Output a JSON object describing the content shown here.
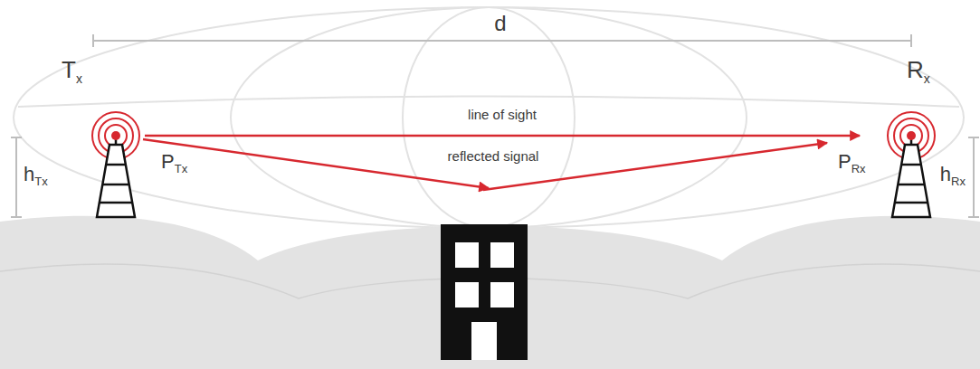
{
  "diagram": {
    "nodes": [
      {
        "text": [
          "Tx"
        ]
      },
      {
        "text": [
          "Rx"
        ]
      }
    ],
    "edges": [
      {
        "from": 0,
        "to": 1,
        "arrow": "to",
        "label": "line of sight"
      }
    ],
    "labels": [
      "d",
      "PTx",
      "PRx",
      "hTx",
      "hRx",
      "reflected signal"
    ]
  }
}
